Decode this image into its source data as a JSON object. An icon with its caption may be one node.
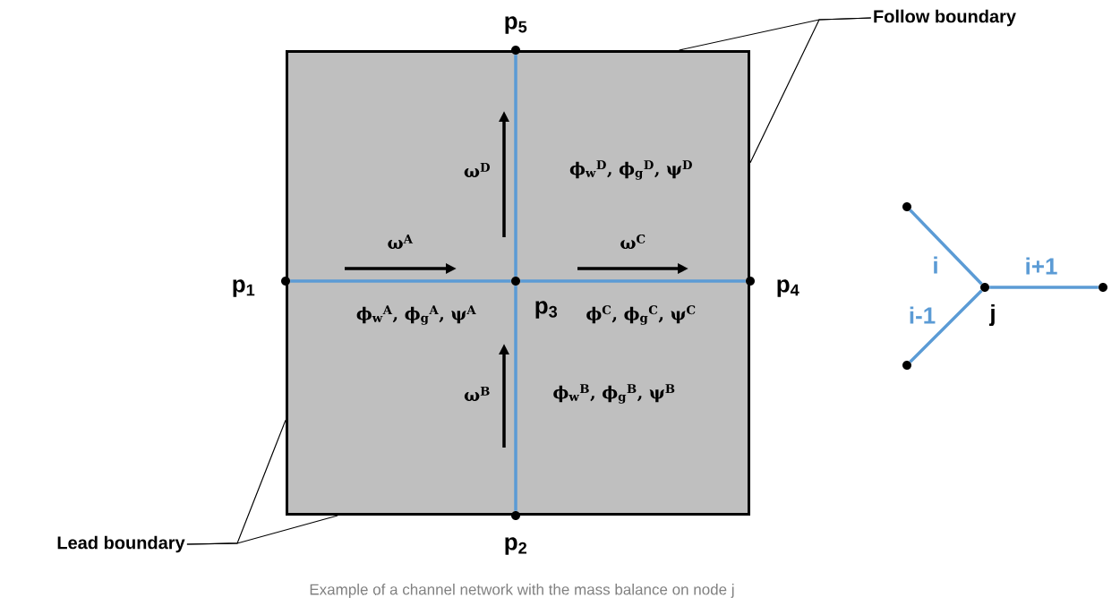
{
  "diagram": {
    "caption": "Example of a channel network with the mass balance on node j",
    "nodes": [
      {
        "text": [],
        "shape": "box"
      },
      {
        "text": [],
        "shape": "circle",
        "beside": [
          "p$_{1}$"
        ]
      },
      {
        "text": [],
        "shape": "circle",
        "beside": [
          "p$_{2}$"
        ]
      },
      {
        "text": [],
        "shape": "circle",
        "beside": [
          "p$_{3}$"
        ],
        "in": 0
      },
      {
        "text": [],
        "shape": "circle",
        "beside": [
          "p$_{4}$"
        ]
      },
      {
        "text": [],
        "shape": "circle",
        "beside": [
          "p$_{5}$"
        ]
      },
      {
        "text": [
          "Lead boundary"
        ]
      },
      {
        "text": [
          "Follow boundary"
        ]
      },
      {
        "text": [],
        "shape": "circle"
      },
      {
        "text": [],
        "shape": "circle",
        "beside": [
          "j"
        ]
      },
      {
        "text": [],
        "shape": "circle"
      },
      {
        "text": [],
        "shape": "circle"
      }
    ],
    "edges": [
      {
        "from": 1,
        "to": 3,
        "arrow": "none"
      },
      {
        "from": 3,
        "to": 4,
        "arrow": "none"
      },
      {
        "from": 2,
        "to": 3,
        "arrow": "none"
      },
      {
        "from": 3,
        "to": 5,
        "arrow": "none"
      },
      {
        "from": 6,
        "to": 0,
        "arrow": "none",
        "color": "#000000"
      },
      {
        "from": 6,
        "to": 0,
        "arrow": "none",
        "color": "#000000"
      },
      {
        "from": 7,
        "to": 0,
        "arrow": "none",
        "color": "#000000"
      },
      {
        "from": 7,
        "to": 0,
        "arrow": "none",
        "color": "#000000"
      },
      {
        "from": 8,
        "to": 9,
        "arrow": "none",
        "label": "i"
      },
      {
        "from": 11,
        "to": 9,
        "arrow": "none",
        "label": "i-1"
      },
      {
        "from": 9,
        "to": 10,
        "arrow": "none",
        "label": "i+1"
      }
    ],
    "labels": [
      "ω$^{D}$",
      "ϕ$_{w}$$^{D}$, ϕ$_{g}$$^{D}$, ψ$^{D}$",
      "ω$^{A}$",
      "ω$^{C}$",
      "ϕ$_{w}$$^{A}$, ϕ$_{g}$$^{A}$, ψ$^{A}$",
      "ϕ$^{C}$, ϕ$_{g}$$^{C}$, ψ$^{C}$",
      "ω$^{B}$",
      "ϕ$_{w}$$^{B}$, ϕ$_{g}$$^{B}$, ψ$^{B}$"
    ]
  }
}
